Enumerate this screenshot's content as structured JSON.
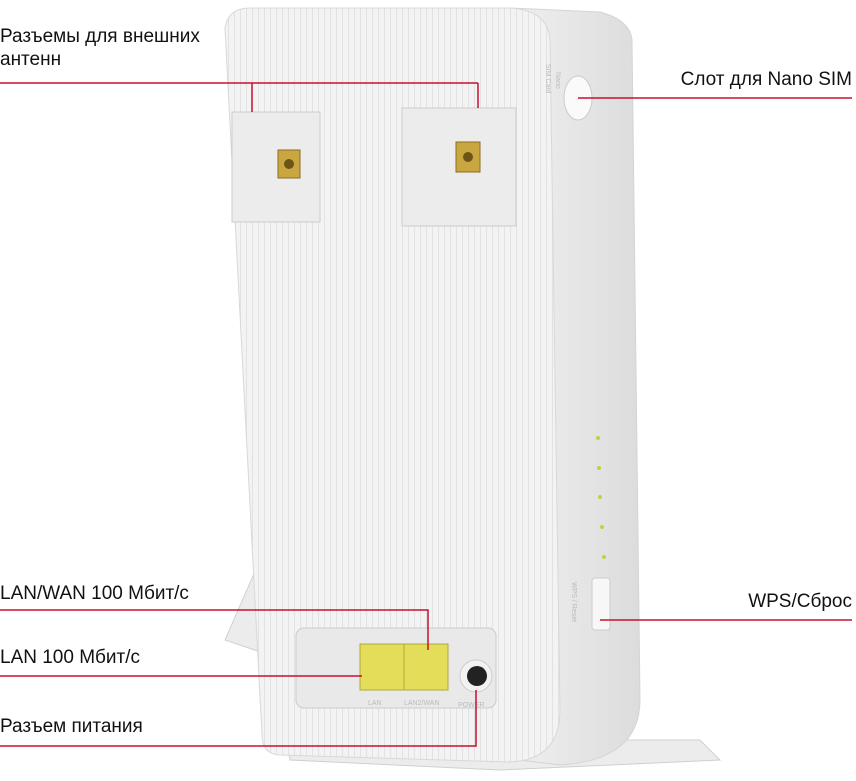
{
  "callouts": {
    "antennas": "Разъемы для внешних антенн",
    "antennas_line1": "Разъемы для внешних",
    "antennas_line2": "антенн",
    "sim": "Слот для Nano SIM",
    "wps": "WPS/Сброс",
    "lan_wan": "LAN/WAN 100 Мбит/с",
    "lan": "LAN 100 Мбит/с",
    "power": "Разъем питания"
  },
  "device_labels": {
    "sim_1": "Nano",
    "sim_2": "SIM Card",
    "lan": "LAN",
    "lan_wan": "LAN2/WAN",
    "power": "POWER",
    "wps": "WPS / Reset"
  },
  "colors": {
    "callout_line": "#c8102e",
    "port": "#e3dd5a"
  }
}
